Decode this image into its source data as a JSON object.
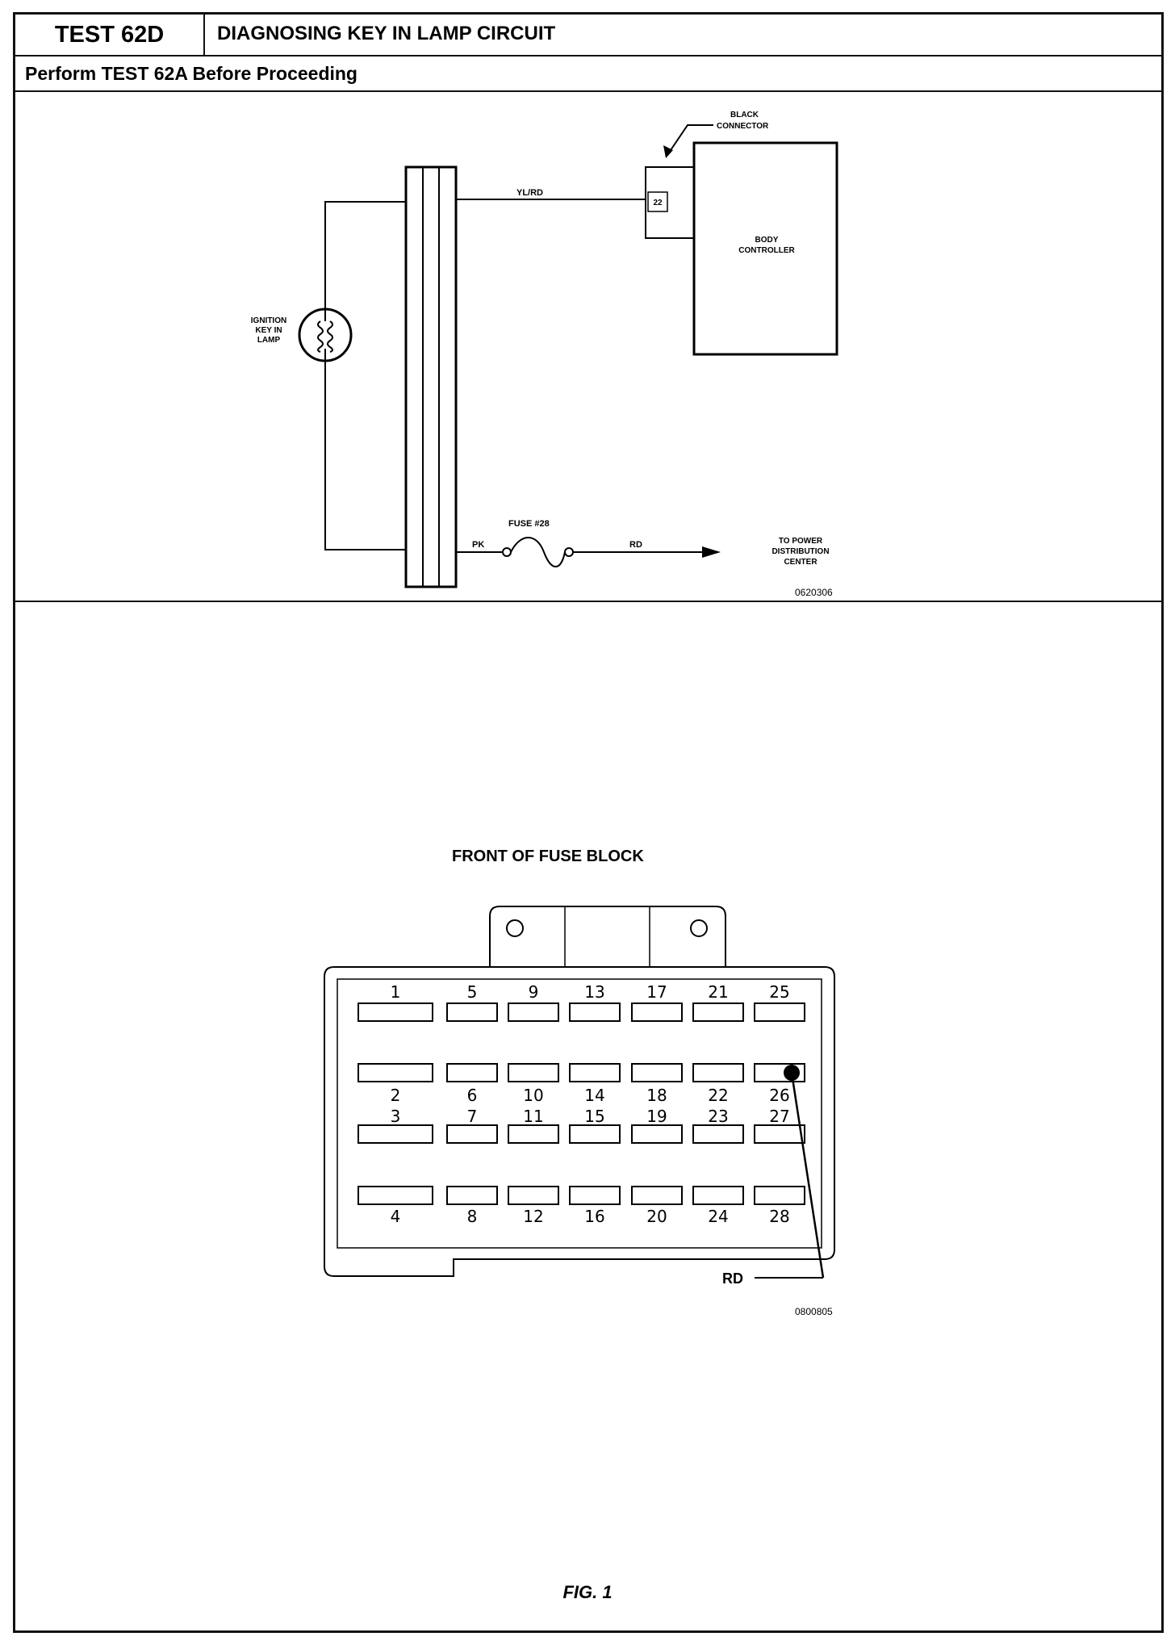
{
  "header": {
    "test_id": "TEST 62D",
    "title": "DIAGNOSING KEY IN LAMP CIRCUIT",
    "prerequisite": "Perform TEST 62A Before Proceeding"
  },
  "schematic": {
    "connector_label_line1": "BLACK",
    "connector_label_line2": "CONNECTOR",
    "wire_top": "YL/RD",
    "pin": "22",
    "module_line1": "BODY",
    "module_line2": "CONTROLLER",
    "lamp_line1": "IGNITION",
    "lamp_line2": "KEY IN",
    "lamp_line3": "LAMP",
    "fuse_label": "FUSE #28",
    "wire_pk": "PK",
    "wire_rd": "RD",
    "dest_line1": "TO POWER",
    "dest_line2": "DISTRIBUTION",
    "dest_line3": "CENTER",
    "ref_code": "0620306"
  },
  "fuse_block": {
    "title": "FRONT OF FUSE BLOCK",
    "pointer_label": "RD",
    "highlighted_fuse": "26",
    "ref_code": "0800805",
    "row1_numbers": [
      "1",
      "5",
      "9",
      "13",
      "17",
      "21",
      "25"
    ],
    "row2_numbers": [
      "2",
      "6",
      "10",
      "14",
      "18",
      "22",
      "26"
    ],
    "row3_numbers": [
      "3",
      "7",
      "11",
      "15",
      "19",
      "23",
      "27"
    ],
    "row4_numbers": [
      "4",
      "8",
      "12",
      "16",
      "20",
      "24",
      "28"
    ]
  },
  "figure_caption": "FIG. 1"
}
